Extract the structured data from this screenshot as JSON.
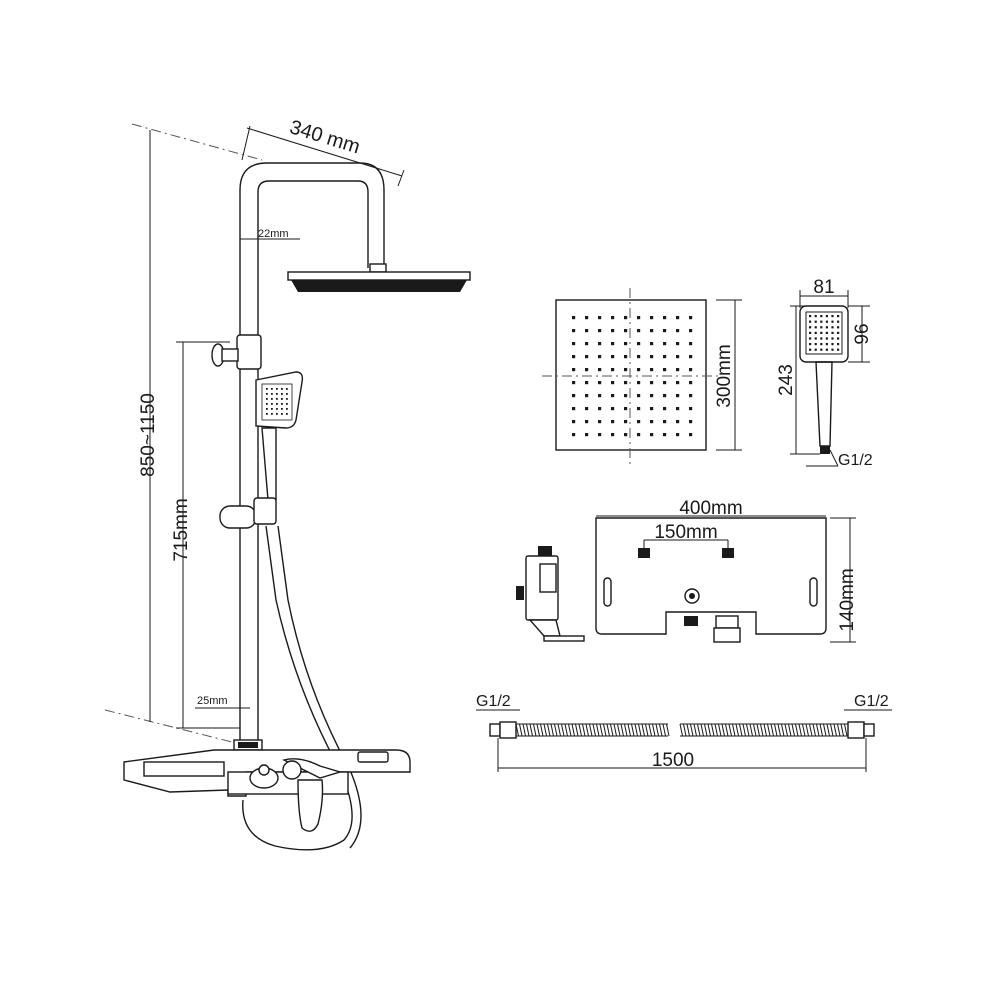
{
  "dimensions": {
    "overhead_arm_length": "340 mm",
    "pipe_diameter": "22mm",
    "total_height": "850~1150",
    "slide_rail_height": "715mm",
    "bottom_pipe_diameter": "25mm",
    "rain_head_size": "300mm",
    "hand_shower_width": "81",
    "hand_shower_head_height": "96",
    "hand_shower_length": "243",
    "hand_shower_thread": "G1/2",
    "mixer_width": "400mm",
    "mixer_inlet_spacing": "150mm",
    "mixer_height": "140mm",
    "hose_left_thread": "G1/2",
    "hose_right_thread": "G1/2",
    "hose_length": "1500"
  },
  "colors": {
    "line": "#1a1a1a",
    "background": "#ffffff"
  }
}
